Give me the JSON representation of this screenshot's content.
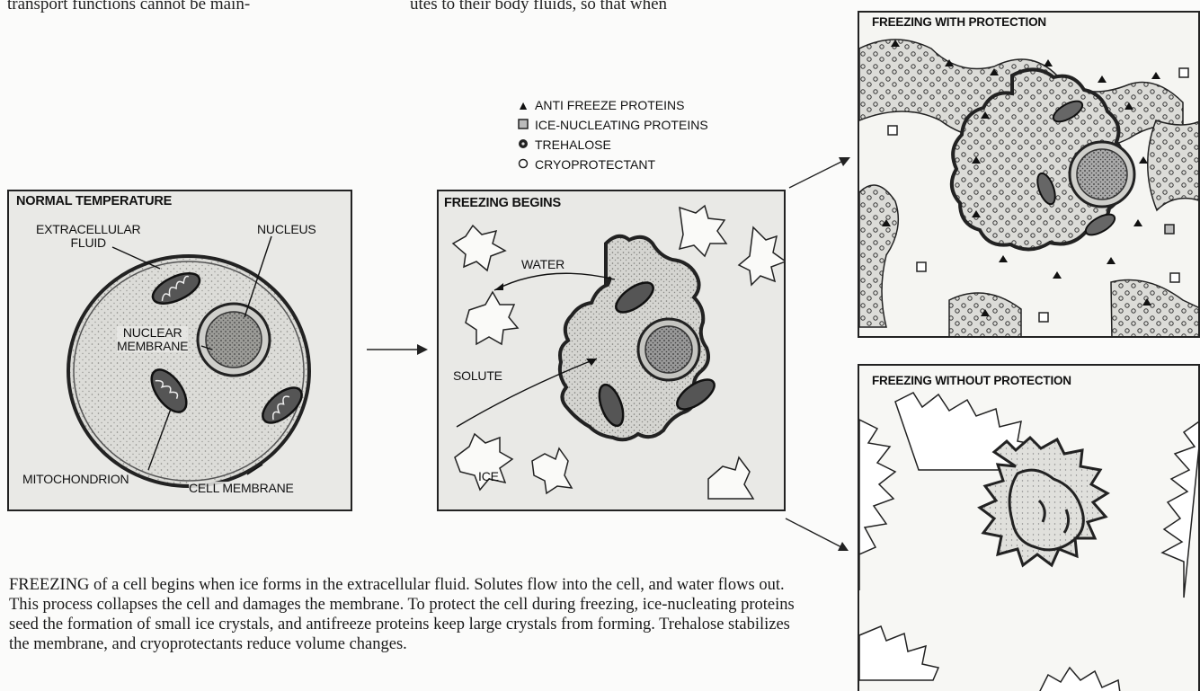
{
  "header_left": "transport functions cannot be main-",
  "header_right": "utes to their body fluids, so that when",
  "legend": [
    {
      "symbol": "filled-triangle-icon",
      "label": "ANTI FREEZE PROTEINS"
    },
    {
      "symbol": "shaded-square-icon",
      "label": "ICE-NUCLEATING PROTEINS"
    },
    {
      "symbol": "filled-circle-icon",
      "label": "TREHALOSE"
    },
    {
      "symbol": "open-circle-icon",
      "label": "CRYOPROTECTANT"
    }
  ],
  "panels": {
    "normal": {
      "title": "NORMAL TEMPERATURE",
      "extracellular": "EXTRACELLULAR\nFLUID",
      "nucleus": "NUCLEUS",
      "nuclear_membrane": "NUCLEAR\nMEMBRANE",
      "mitochondrion": "MITOCHONDRION",
      "cell_membrane": "CELL MEMBRANE"
    },
    "freezing": {
      "title": "FREEZING BEGINS",
      "water": "WATER",
      "solute": "SOLUTE",
      "ice": "ICE"
    },
    "with_protection": {
      "title": "FREEZING WITH PROTECTION"
    },
    "without_protection": {
      "title": "FREEZING WITHOUT PROTECTION"
    }
  },
  "caption": "FREEZING of a cell begins when ice forms in the extracellular fluid. Solutes flow into the cell, and water flows out. This process collapses the cell and damages the membrane. To protect the cell during freezing, ice-nucleating proteins seed the formation of small ice crystals, and antifreeze proteins keep large crystals from forming. Trehalose stabilizes the membrane, and cryoprotectants reduce volume changes."
}
